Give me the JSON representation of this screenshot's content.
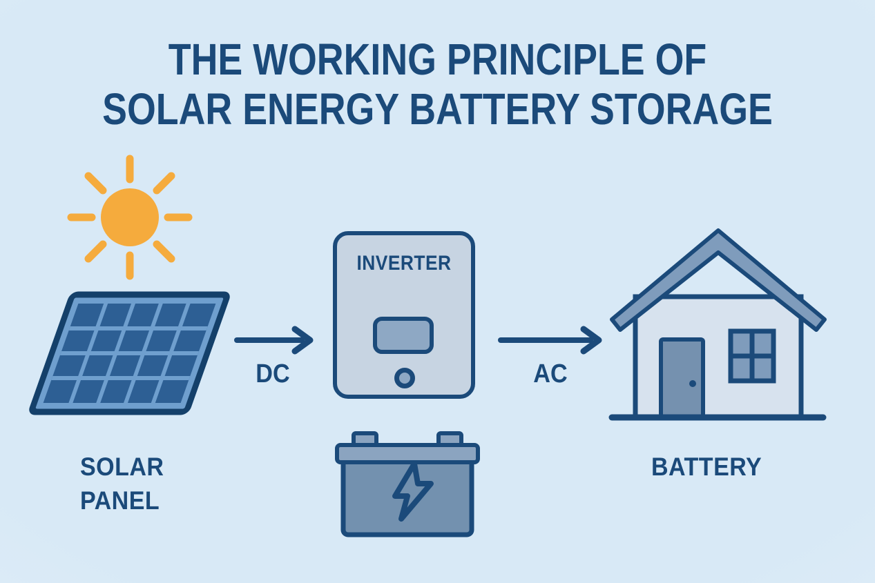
{
  "title": {
    "line1": "THE WORKING PRINCIPLE OF",
    "line2": "SOLAR ENERGY BATTERY STORAGE"
  },
  "diagram": {
    "solar_panel_label": "SOLAR\nPANEL",
    "inverter_label": "INVERTER",
    "battery_label": "BATTERY",
    "dc_arrow_label": "DC",
    "ac_arrow_label": "AC",
    "icons": [
      "sun-icon",
      "solar-panel-icon",
      "dc-arrow-icon",
      "inverter-panel",
      "battery-icon",
      "lightning-bolt-icon",
      "ac-arrow-icon",
      "house-icon"
    ]
  },
  "colors": {
    "background": "#d8e9f6",
    "background_edge": "#e7f2fb",
    "navy": "#1b4a7a",
    "panel_border": "#14406a",
    "panel_frame": "#6f9fce",
    "panel_cell": "#2d5f94",
    "sun": "#f5ab3d",
    "inverter_fill": "#c7d4e2",
    "inverter_display": "#8ea8c4",
    "battery_body": "#7391af",
    "battery_lid": "#8ba4c0",
    "house_wall": "#d7e2ee",
    "roof": "#7f9cbc",
    "door": "#7591af",
    "window_pane": "#7f9cbc"
  }
}
